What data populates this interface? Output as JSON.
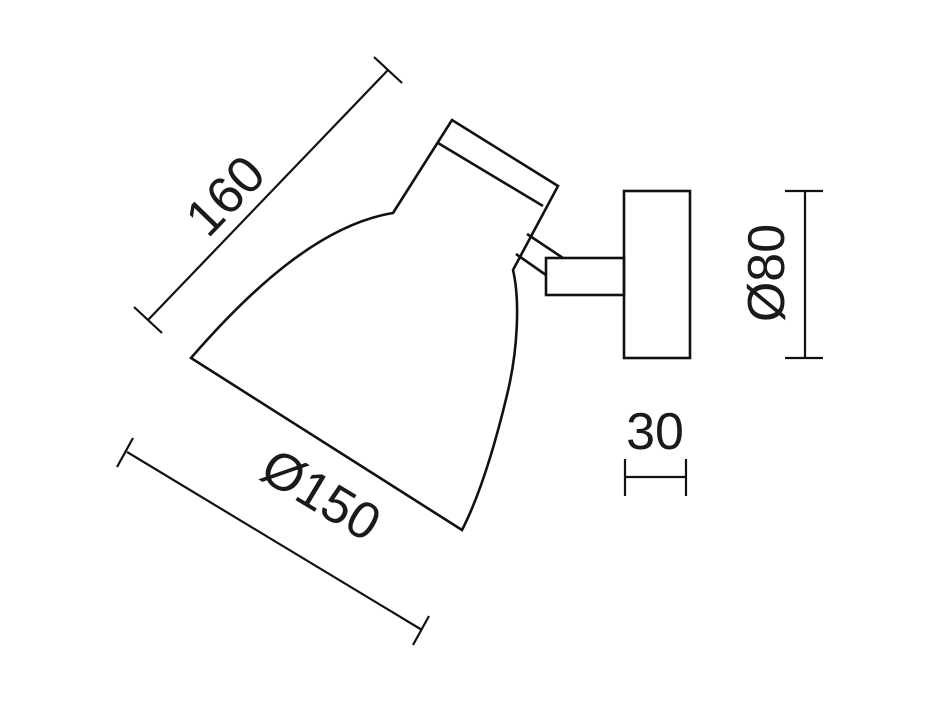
{
  "diagram": {
    "title": "Wall lamp dimension drawing",
    "units": "mm",
    "colors": {
      "line": "#111111",
      "text": "#1a1a1a",
      "background": "#ffffff"
    }
  },
  "dimensions": {
    "shade_length": {
      "label": "160",
      "value": 160
    },
    "shade_diameter": {
      "label": "Ø150",
      "value": 150
    },
    "base_diameter": {
      "label": "Ø80",
      "value": 80
    },
    "base_depth": {
      "label": "30",
      "value": 30
    }
  },
  "parts": [
    {
      "id": "shade",
      "name": "Lamp shade"
    },
    {
      "id": "cap",
      "name": "Shade cap"
    },
    {
      "id": "arm",
      "name": "Swivel arm"
    },
    {
      "id": "stub",
      "name": "Connector stub"
    },
    {
      "id": "base",
      "name": "Wall base plate"
    }
  ]
}
